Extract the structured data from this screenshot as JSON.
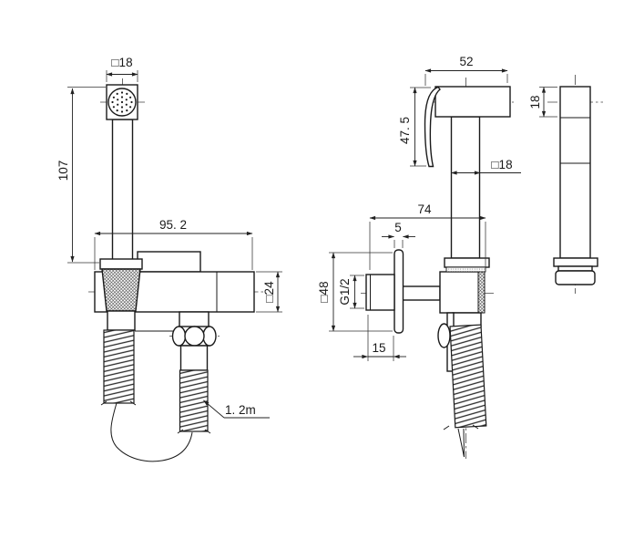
{
  "drawing": {
    "type": "technical-drawing",
    "subject": "handheld bidet sprayer set with wall holder and hose",
    "background_color": "#ffffff",
    "line_color": "#1a1a1a",
    "views": {
      "front_view": {
        "dim_head_width": "□18",
        "dim_handle_length": "107",
        "dim_holder_length": "95. 2",
        "dim_holder_height": "□24",
        "hose_length_label": "1. 2m"
      },
      "side_view": {
        "dim_head_depth": "52",
        "dim_head_height": "47. 5",
        "dim_handle_width": "□18",
        "dim_total_depth": "74",
        "dim_plate_thickness": "5",
        "dim_plate_size": "□48",
        "dim_thread_size": "G1/2",
        "dim_nipple_length": "15"
      },
      "back_view": {
        "dim_head_thickness": "18"
      }
    }
  }
}
